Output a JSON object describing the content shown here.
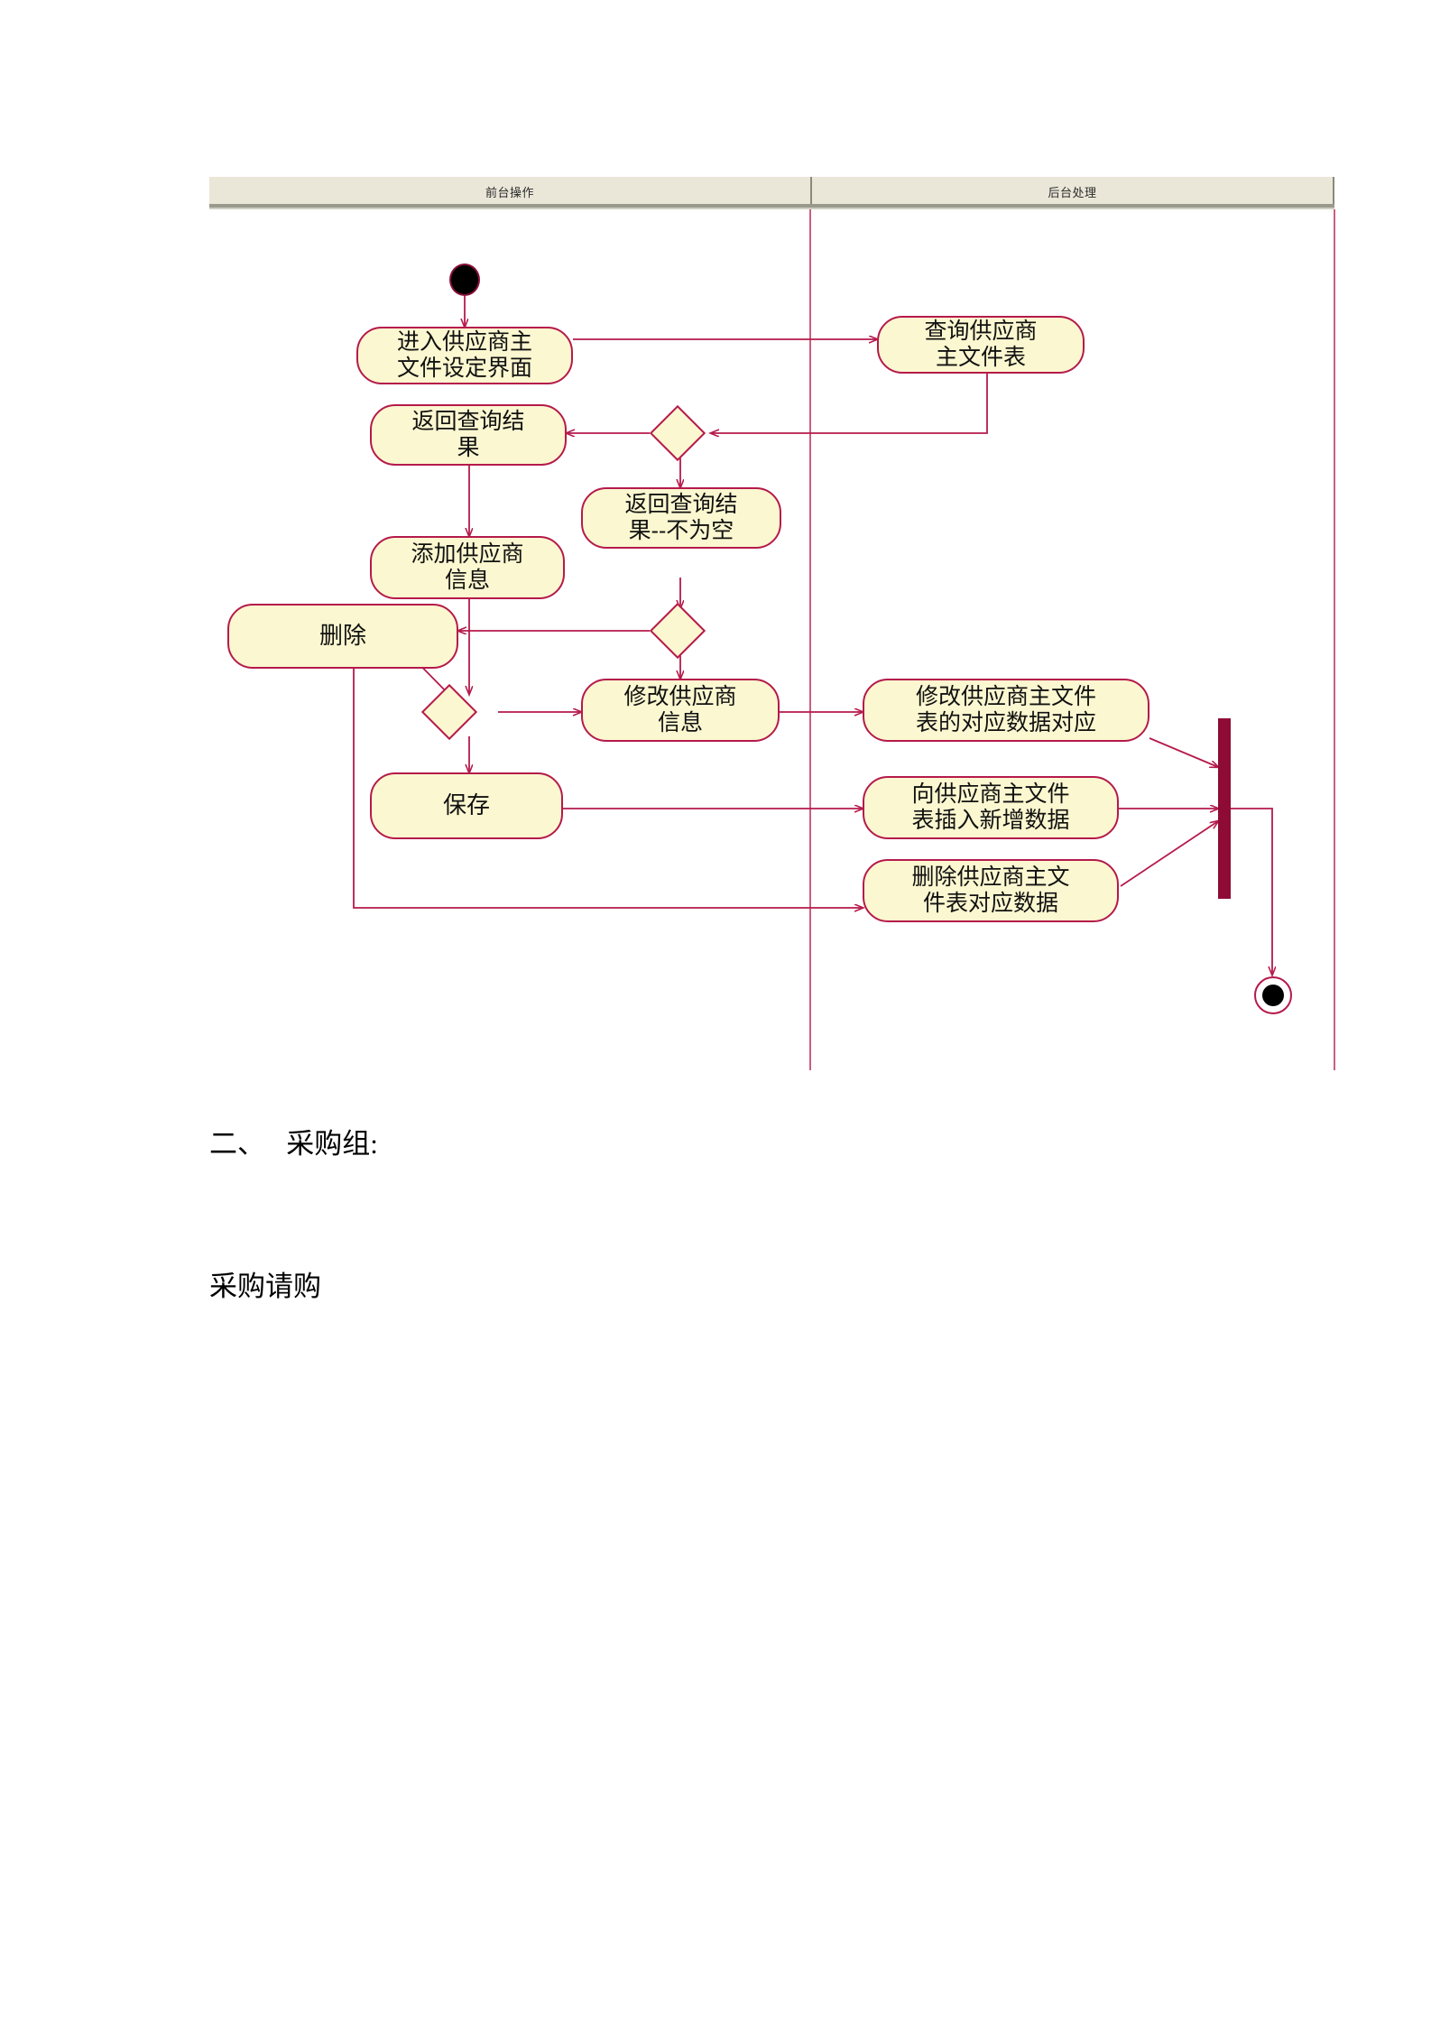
{
  "document": {
    "heading": "二、　 采购组:",
    "paragraph": "采购请购"
  },
  "diagram": {
    "type": "uml-activity-diagram",
    "colors": {
      "node_fill": "#FBF7D0",
      "node_border": "#B51A4B",
      "lane_header_fill": "#EAE7D9",
      "connector": "#B51A4B",
      "join_bar": "#8E0B35",
      "initial_node": "#000000"
    },
    "lanes": [
      {
        "id": "frontend",
        "label": "前台操作"
      },
      {
        "id": "backend",
        "label": "后台处理"
      }
    ],
    "nodes": [
      {
        "id": "start",
        "type": "initial",
        "label": ""
      },
      {
        "id": "enter-ui",
        "type": "action",
        "label": "进入供应商主\n文件设定界面"
      },
      {
        "id": "query-table",
        "type": "action",
        "label": "查询供应商\n主文件表"
      },
      {
        "id": "return-result",
        "type": "action",
        "label": "返回查询结\n果"
      },
      {
        "id": "decision-1",
        "type": "decision",
        "label": ""
      },
      {
        "id": "return-result-notempty",
        "type": "action",
        "label": "返回查询结\n果--不为空"
      },
      {
        "id": "add-supplier",
        "type": "action",
        "label": "添加供应商\n信息"
      },
      {
        "id": "decision-2",
        "type": "decision",
        "label": ""
      },
      {
        "id": "delete",
        "type": "action",
        "label": "删除"
      },
      {
        "id": "decision-3",
        "type": "decision",
        "label": ""
      },
      {
        "id": "modify-supplier",
        "type": "action",
        "label": "修改供应商\n信息"
      },
      {
        "id": "modify-table",
        "type": "action",
        "label": "修改供应商主文件\n表的对应数据对应"
      },
      {
        "id": "save",
        "type": "action",
        "label": "保存"
      },
      {
        "id": "insert-table",
        "type": "action",
        "label": "向供应商主文件\n表插入新增数据"
      },
      {
        "id": "delete-table",
        "type": "action",
        "label": "删除供应商主文\n件表对应数据"
      },
      {
        "id": "join",
        "type": "join-bar",
        "label": ""
      },
      {
        "id": "end",
        "type": "final",
        "label": ""
      }
    ],
    "edges": [
      {
        "from": "start",
        "to": "enter-ui"
      },
      {
        "from": "enter-ui",
        "to": "query-table"
      },
      {
        "from": "query-table",
        "to": "decision-1"
      },
      {
        "from": "decision-1",
        "to": "return-result"
      },
      {
        "from": "decision-1",
        "to": "return-result-notempty"
      },
      {
        "from": "return-result",
        "to": "add-supplier"
      },
      {
        "from": "return-result-notempty",
        "to": "decision-2"
      },
      {
        "from": "decision-2",
        "to": "delete"
      },
      {
        "from": "decision-2",
        "to": "modify-supplier"
      },
      {
        "from": "add-supplier",
        "to": "decision-3"
      },
      {
        "from": "decision-3",
        "to": "delete"
      },
      {
        "from": "decision-3",
        "to": "modify-supplier"
      },
      {
        "from": "decision-3",
        "to": "save"
      },
      {
        "from": "modify-supplier",
        "to": "modify-table"
      },
      {
        "from": "save",
        "to": "insert-table"
      },
      {
        "from": "delete",
        "to": "delete-table"
      },
      {
        "from": "modify-table",
        "to": "join"
      },
      {
        "from": "insert-table",
        "to": "join"
      },
      {
        "from": "delete-table",
        "to": "join"
      },
      {
        "from": "join",
        "to": "end"
      }
    ]
  }
}
